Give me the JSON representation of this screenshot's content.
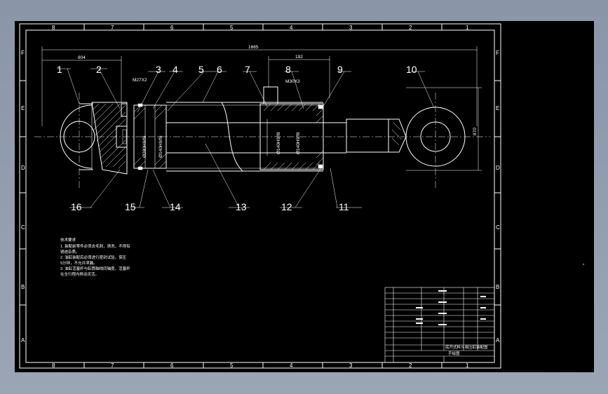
{
  "zones": {
    "columns": [
      "8",
      "7",
      "6",
      "5",
      "4",
      "3",
      "2",
      "1"
    ],
    "rows": [
      "F",
      "E",
      "D",
      "C",
      "B",
      "A"
    ]
  },
  "dimensions": {
    "overall_length": "1665",
    "left_offset": "804",
    "port_spacing": "192",
    "height": "870",
    "port_thread_left": "M27X2",
    "port_thread_right": "M30X3",
    "bore_diameters": [
      "Ø280H9/f8",
      "Ø140H9/f8",
      "Ø140H9/f8",
      "Ø140H9/f8"
    ]
  },
  "part_numbers": {
    "top": [
      "1",
      "2",
      "3",
      "4",
      "5",
      "6",
      "7",
      "8",
      "9",
      "10"
    ],
    "bottom": [
      "16",
      "15",
      "14",
      "13",
      "12",
      "11"
    ]
  },
  "notes": {
    "title": "技术要求",
    "lines": [
      "1. 装配前零件必须去毛刺，清洗，不得有",
      "锈迹杂质。",
      "2. 油缸装配后必须进行密封试验，保压",
      "5分钟，不允许泄漏。",
      "3. 油缸活塞杆与缸筒轴线同轴度，活塞杆",
      "在全行程内移动灵活。"
    ]
  },
  "title_block": {
    "drawing_title": "底开式料斗液压缸装配图",
    "designer": "手绘图"
  }
}
